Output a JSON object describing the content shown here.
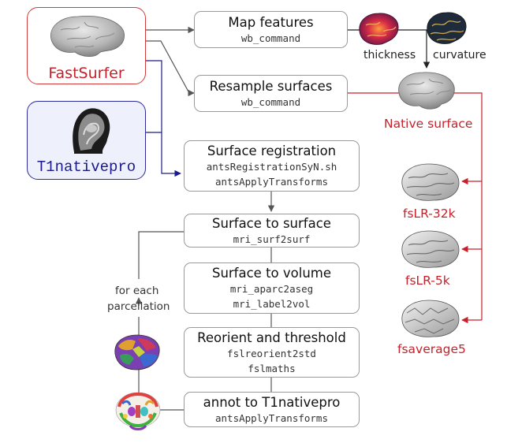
{
  "sources": {
    "fastsurfer": "FastSurfer",
    "t1nativepro": "T1nativepro"
  },
  "steps": {
    "map_features": {
      "title": "Map features",
      "cmd": "wb_command"
    },
    "resample": {
      "title": "Resample surfaces",
      "cmd": "wb_command"
    },
    "registration": {
      "title": "Surface registration",
      "cmd1": "antsRegistrationSyN.sh",
      "cmd2": "antsApplyTransforms"
    },
    "surf2surf": {
      "title": "Surface to surface",
      "cmd": "mri_surf2surf"
    },
    "surf2vol": {
      "title": "Surface to volume",
      "cmd1": "mri_aparc2aseg",
      "cmd2": "mri_label2vol"
    },
    "reorient": {
      "title": "Reorient and threshold",
      "cmd1": "fslreorient2std",
      "cmd2": "fslmaths"
    },
    "annot": {
      "title": "annot to T1nativepro",
      "cmd": "antsApplyTransforms"
    }
  },
  "features": {
    "thickness": "thickness",
    "curvature": "curvature"
  },
  "surfaces": {
    "native": "Native surface",
    "fslr32k": "fsLR-32k",
    "fslr5k": "fsLR-5k",
    "fsaverage5": "fsaverage5"
  },
  "loop_label": {
    "line1": "for each",
    "line2": "parcellation"
  },
  "colors": {
    "red": "#c8202a",
    "navy": "#1a1a8c",
    "gray": "#555555"
  }
}
